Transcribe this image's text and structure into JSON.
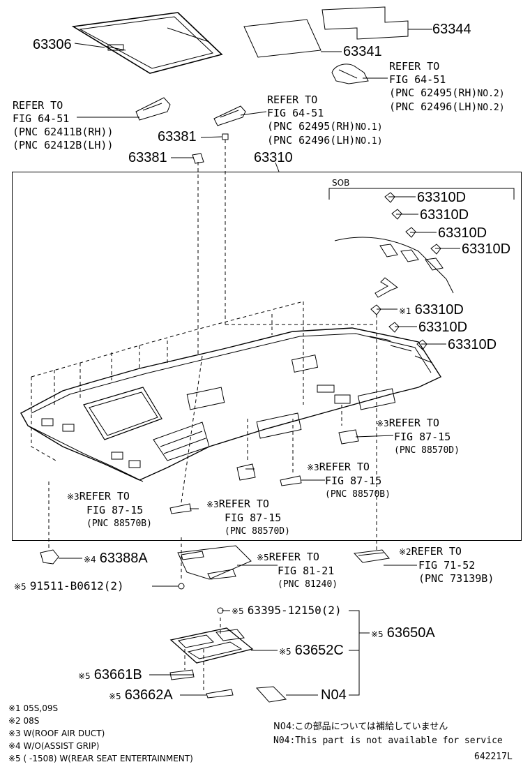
{
  "parts": {
    "p63306": "63306",
    "p63341": "63341",
    "p63344": "63344",
    "p63381a": "63381",
    "p63381b": "63381",
    "p63310": "63310",
    "p63310D": "63310D",
    "p63388A": "63388A",
    "p91511": "91511-B0612(2)",
    "p63395": "63395-12150(2)",
    "p63650A": "63650A",
    "p63652C": "63652C",
    "p63661B": "63661B",
    "p63662A": "63662A",
    "pN04": "N04"
  },
  "marks": {
    "m1": "※1",
    "m2": "※2",
    "m3": "※3",
    "m4": "※4",
    "m5": "※5"
  },
  "refs": {
    "refer_to": "REFER TO",
    "fig_64_51": "FIG 64-51",
    "fig_87_15": "FIG 87-15",
    "fig_81_21": "FIG 81-21",
    "fig_71_52": "FIG 71-52",
    "pnc_62495_rh": "(PNC 62495(RH)",
    "pnc_62496_lh": "(PNC 62496(LH)",
    "no2": "NO.2)",
    "no1": "NO.1)",
    "pnc_62411b": "(PNC 62411B(RH))",
    "pnc_62412b": "(PNC 62412B(LH))",
    "pnc_88570d": "(PNC 88570D)",
    "pnc_88570b": "(PNC 88570B)",
    "pnc_81240": "(PNC 81240)",
    "pnc_73139b": "(PNC 73139B)"
  },
  "sob": "SOB",
  "footnotes": {
    "f1": "※1 05S,09S",
    "f2": "※2 08S",
    "f3": "※3 W(ROOF AIR DUCT)",
    "f4": "※4 W/O(ASSIST GRIP)",
    "f5": "※5 (      -1508) W(REAR SEAT ENTERTAINMENT)"
  },
  "note": {
    "ja": "N04:この部品については補給していません",
    "en": "N04:This part is not available for service"
  },
  "code": "642217L"
}
